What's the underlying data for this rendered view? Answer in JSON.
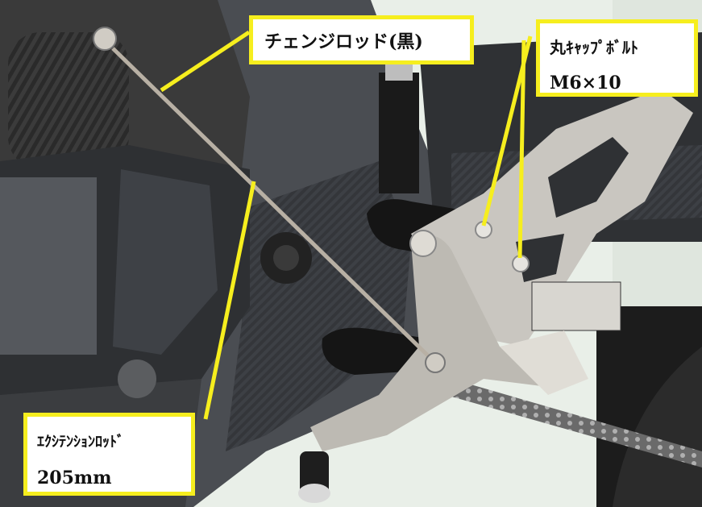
{
  "labels": {
    "change_rod": {
      "text": "チェンジロッド(黒)"
    },
    "cap_bolt": {
      "name": "丸ｷｬｯﾌﾟﾎﾞﾙﾄ",
      "size": "M6×10"
    },
    "extension_rod": {
      "name": "ｴｸｼﾃﾝｼｮﾝﾛｯﾄﾞ",
      "length": "205mm"
    }
  },
  "colors": {
    "callout": "#f6ee1e",
    "frame": "#4a4d52",
    "frame_dark": "#2e3033",
    "aluminum": "#c9c6c0",
    "background": "#e9efe8"
  }
}
